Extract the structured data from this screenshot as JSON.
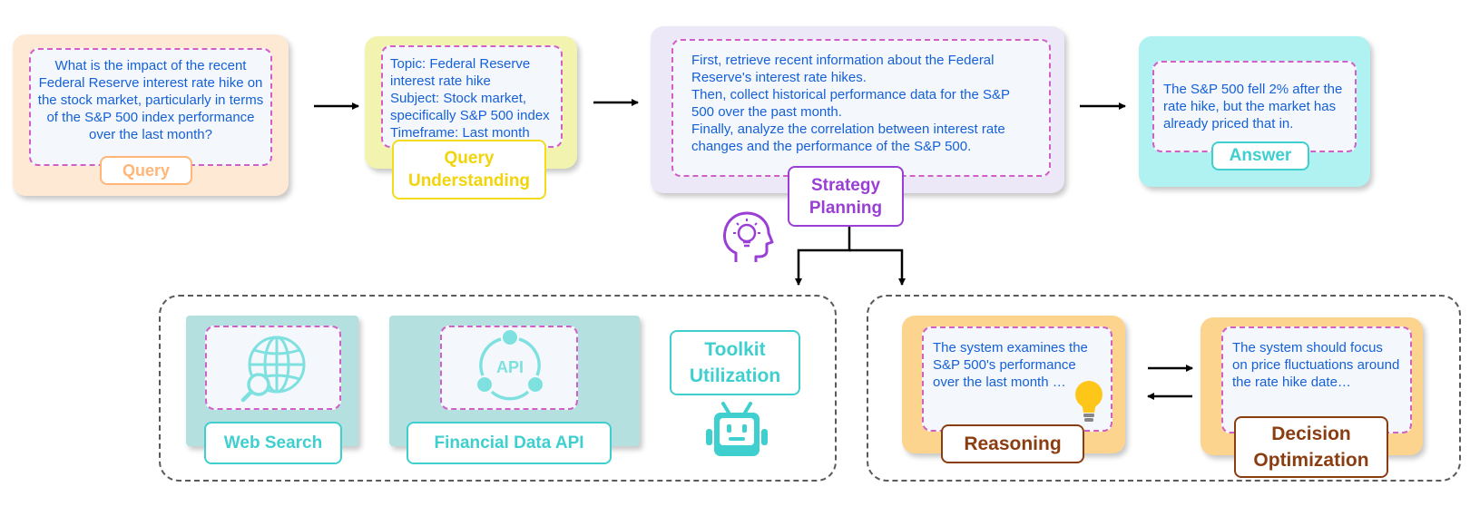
{
  "query": {
    "text": "What is the impact of the recent Federal Reserve interest rate hike on the stock market, particularly in terms of the S&P 500 index performance over the last month?",
    "label": "Query"
  },
  "understanding": {
    "lines": [
      "Topic: Federal Reserve interest rate hike",
      "Subject: Stock market, specifically S&P 500 index",
      "Timeframe: Last month"
    ],
    "label": "Query Understanding"
  },
  "planning": {
    "lines": [
      "First, retrieve recent information about the Federal Reserve's interest rate hikes.",
      "Then, collect historical performance data for the S&P 500 over the past month.",
      "Finally, analyze the correlation between interest rate changes and the performance of the S&P 500."
    ],
    "label": "Strategy Planning"
  },
  "answer": {
    "text": "The S&P 500 fell 2% after the rate hike, but the market has already priced that in.",
    "label": "Answer"
  },
  "toolkit": {
    "web_search_label": "Web Search",
    "financial_api_label": "Financial Data API",
    "api_icon_text": "API",
    "title": "Toolkit Utilization"
  },
  "reasoning": {
    "text": "The system examines the S&P 500's performance over the last month …",
    "label": "Reasoning"
  },
  "decision": {
    "text": "The system should focus on price fluctuations around the rate hike date…",
    "label": "Decision Optimization"
  },
  "colors": {
    "text_blue": "#1560d8",
    "dashed_magenta": "#d15fc8",
    "query_bg": "#fde9d4",
    "understanding_bg": "#f3f3b0",
    "planning_bg": "#ece8f8",
    "answer_bg": "#b0f1f1",
    "tool_bg": "#b4e0e0",
    "teal": "#3fcfcf",
    "purple": "#9a3fd6",
    "orange_bg": "#fcd48e",
    "brown": "#8b3d12"
  }
}
